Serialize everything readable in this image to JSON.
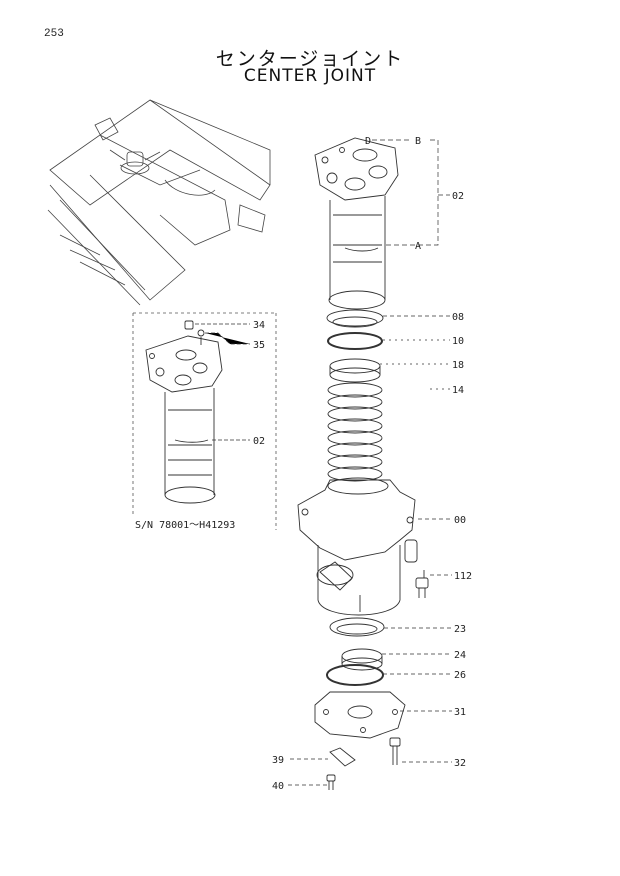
{
  "page": {
    "number": "253",
    "title_jp": "センタージョイント",
    "title_en": "CENTER JOINT"
  },
  "inset": {
    "serial_range": "S/N 78001～H41293"
  },
  "callouts": {
    "p34": "34",
    "p35": "35",
    "p02_inset": "02",
    "pD": "D",
    "pB": "B",
    "p02_main": "02",
    "pA": "A",
    "p08": "08",
    "p10": "10",
    "p18": "18",
    "p14": "14",
    "p00": "00",
    "p112": "112",
    "p23": "23",
    "p24": "24",
    "p26": "26",
    "p31": "31",
    "p39": "39",
    "p32": "32",
    "p40": "40"
  }
}
